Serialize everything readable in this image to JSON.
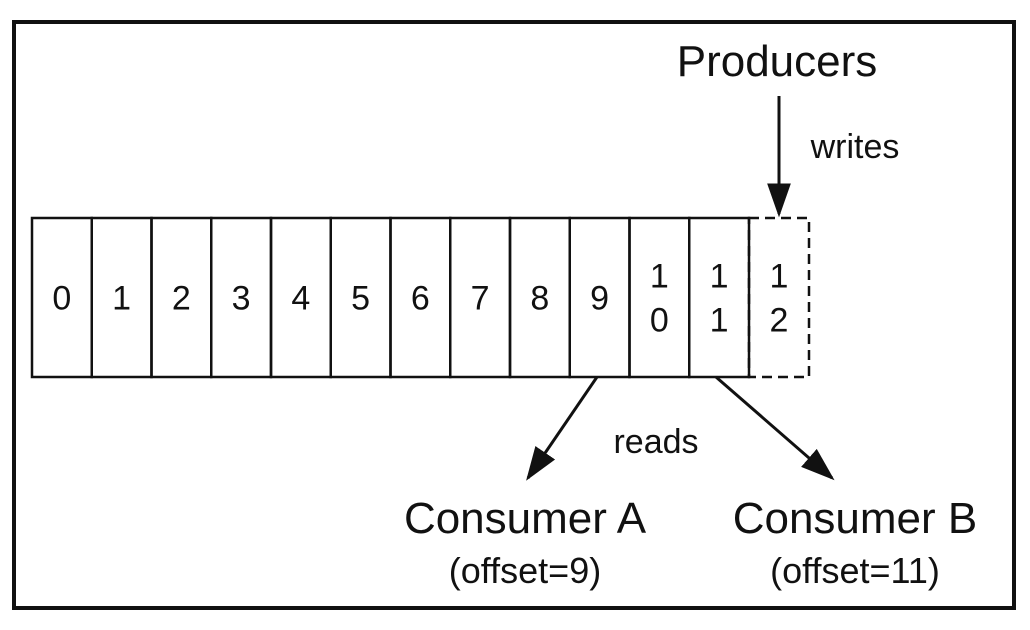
{
  "producers": {
    "title": "Producers",
    "edge_label": "writes"
  },
  "log": {
    "cells": [
      "0",
      "1",
      "2",
      "3",
      "4",
      "5",
      "6",
      "7",
      "8",
      "9",
      "10",
      "11"
    ],
    "pending_cell": "12"
  },
  "reads_label": "reads",
  "consumers": [
    {
      "name": "Consumer A",
      "offset_text": "(offset=9)",
      "offset": 9
    },
    {
      "name": "Consumer B",
      "offset_text": "(offset=11)",
      "offset": 11
    }
  ],
  "colors": {
    "stroke": "#111111",
    "background": "#ffffff"
  }
}
